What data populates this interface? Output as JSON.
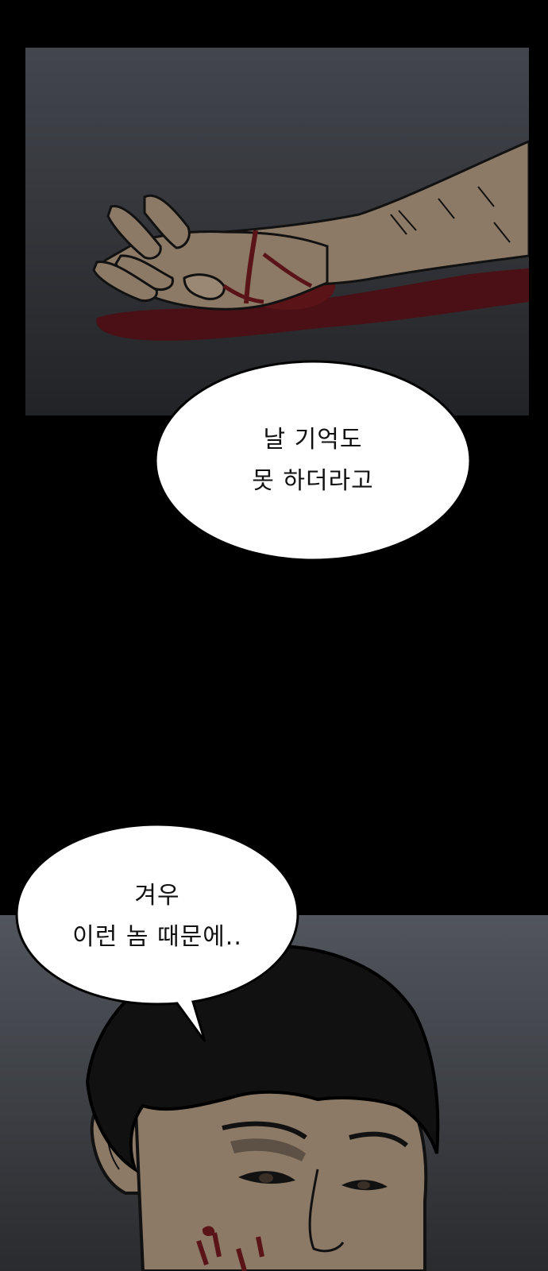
{
  "bubbles": {
    "first": {
      "line1": "날 기억도",
      "line2": "못 하더라고"
    },
    "second": {
      "line1": "겨우",
      "line2": "이런 놈 때문에.."
    }
  },
  "colors": {
    "page_background": "#000000",
    "panel_gray_light": "#4f535b",
    "panel_gray_dark": "#1f2023",
    "skin": "#8c7a67",
    "blood": "#5a1418",
    "hair": "#111111",
    "bubble_fill": "#ffffff",
    "text": "#111111"
  }
}
